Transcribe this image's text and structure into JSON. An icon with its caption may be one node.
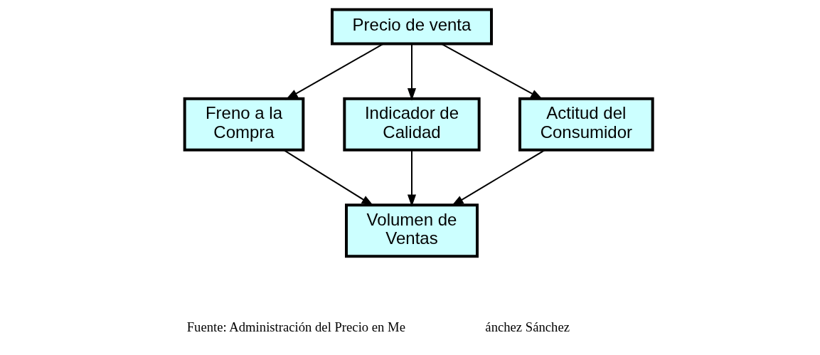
{
  "diagram": {
    "nodes": [
      {
        "text": [
          "Precio de venta"
        ]
      },
      {
        "text": [
          "Freno a la Compra"
        ]
      },
      {
        "text": [
          "Indicador de Calidad"
        ]
      },
      {
        "text": [
          "Actitud del Consumidor"
        ]
      },
      {
        "text": [
          "Volumen de Ventas"
        ]
      }
    ],
    "edges": [
      {
        "from": 0,
        "to": 1,
        "arrow": "to"
      },
      {
        "from": 0,
        "to": 2,
        "arrow": "to"
      },
      {
        "from": 0,
        "to": 3,
        "arrow": "to"
      },
      {
        "from": 1,
        "to": 4,
        "arrow": "to"
      },
      {
        "from": 2,
        "to": 4,
        "arrow": "to"
      },
      {
        "from": 3,
        "to": 4,
        "arrow": "to"
      }
    ],
    "labels": [
      "Fuente: Administración del Precio en Me",
      "ánchez Sánchez"
    ]
  }
}
